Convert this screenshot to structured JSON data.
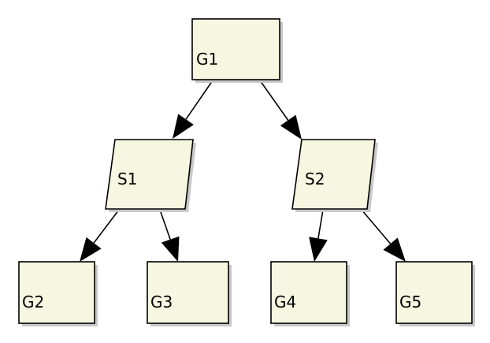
{
  "colors": {
    "node_fill": "#f7f6e1",
    "node_stroke": "#000000",
    "edge": "#000000",
    "background": "#ffffff"
  },
  "nodes": [
    {
      "id": "G1",
      "label": "G1",
      "kind": "rectangle"
    },
    {
      "id": "S1",
      "label": "S1",
      "kind": "parallelogram"
    },
    {
      "id": "S2",
      "label": "S2",
      "kind": "parallelogram"
    },
    {
      "id": "G2",
      "label": "G2",
      "kind": "rectangle"
    },
    {
      "id": "G3",
      "label": "G3",
      "kind": "rectangle"
    },
    {
      "id": "G4",
      "label": "G4",
      "kind": "rectangle"
    },
    {
      "id": "G5",
      "label": "G5",
      "kind": "rectangle"
    }
  ],
  "edges": [
    {
      "from": "G1",
      "to": "S1"
    },
    {
      "from": "G1",
      "to": "S2"
    },
    {
      "from": "S1",
      "to": "G2"
    },
    {
      "from": "S1",
      "to": "G3"
    },
    {
      "from": "S2",
      "to": "G4"
    },
    {
      "from": "S2",
      "to": "G5"
    }
  ]
}
